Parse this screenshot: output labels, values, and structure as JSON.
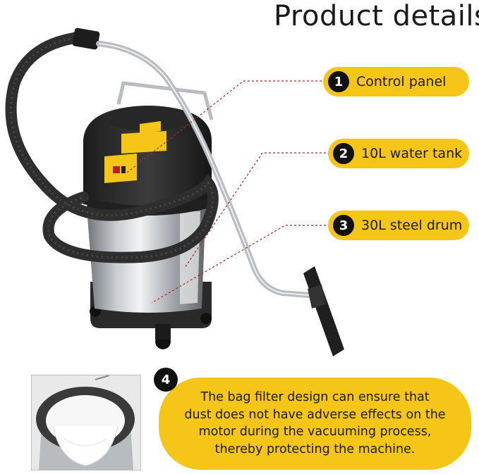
{
  "page": {
    "title": "Product details"
  },
  "colors": {
    "pill": "#F5C518",
    "marker": "#111111",
    "leader": "#B22222",
    "hose": "#2e2e2e",
    "steel": "#b8bcc0"
  },
  "callouts": [
    {
      "number": "1",
      "label": "Control panel"
    },
    {
      "number": "2",
      "label": "10L water tank"
    },
    {
      "number": "3",
      "label": "30L steel drum"
    }
  ],
  "feature": {
    "number": "4",
    "lines": [
      "The bag filter design can ensure that",
      "dust does not have adverse effects on the",
      "motor during the vacuuming process,",
      "thereby protecting the machine."
    ]
  },
  "product": {
    "image": "wet-dry-vacuum-cleaner",
    "inset_image": "bag-filter"
  }
}
